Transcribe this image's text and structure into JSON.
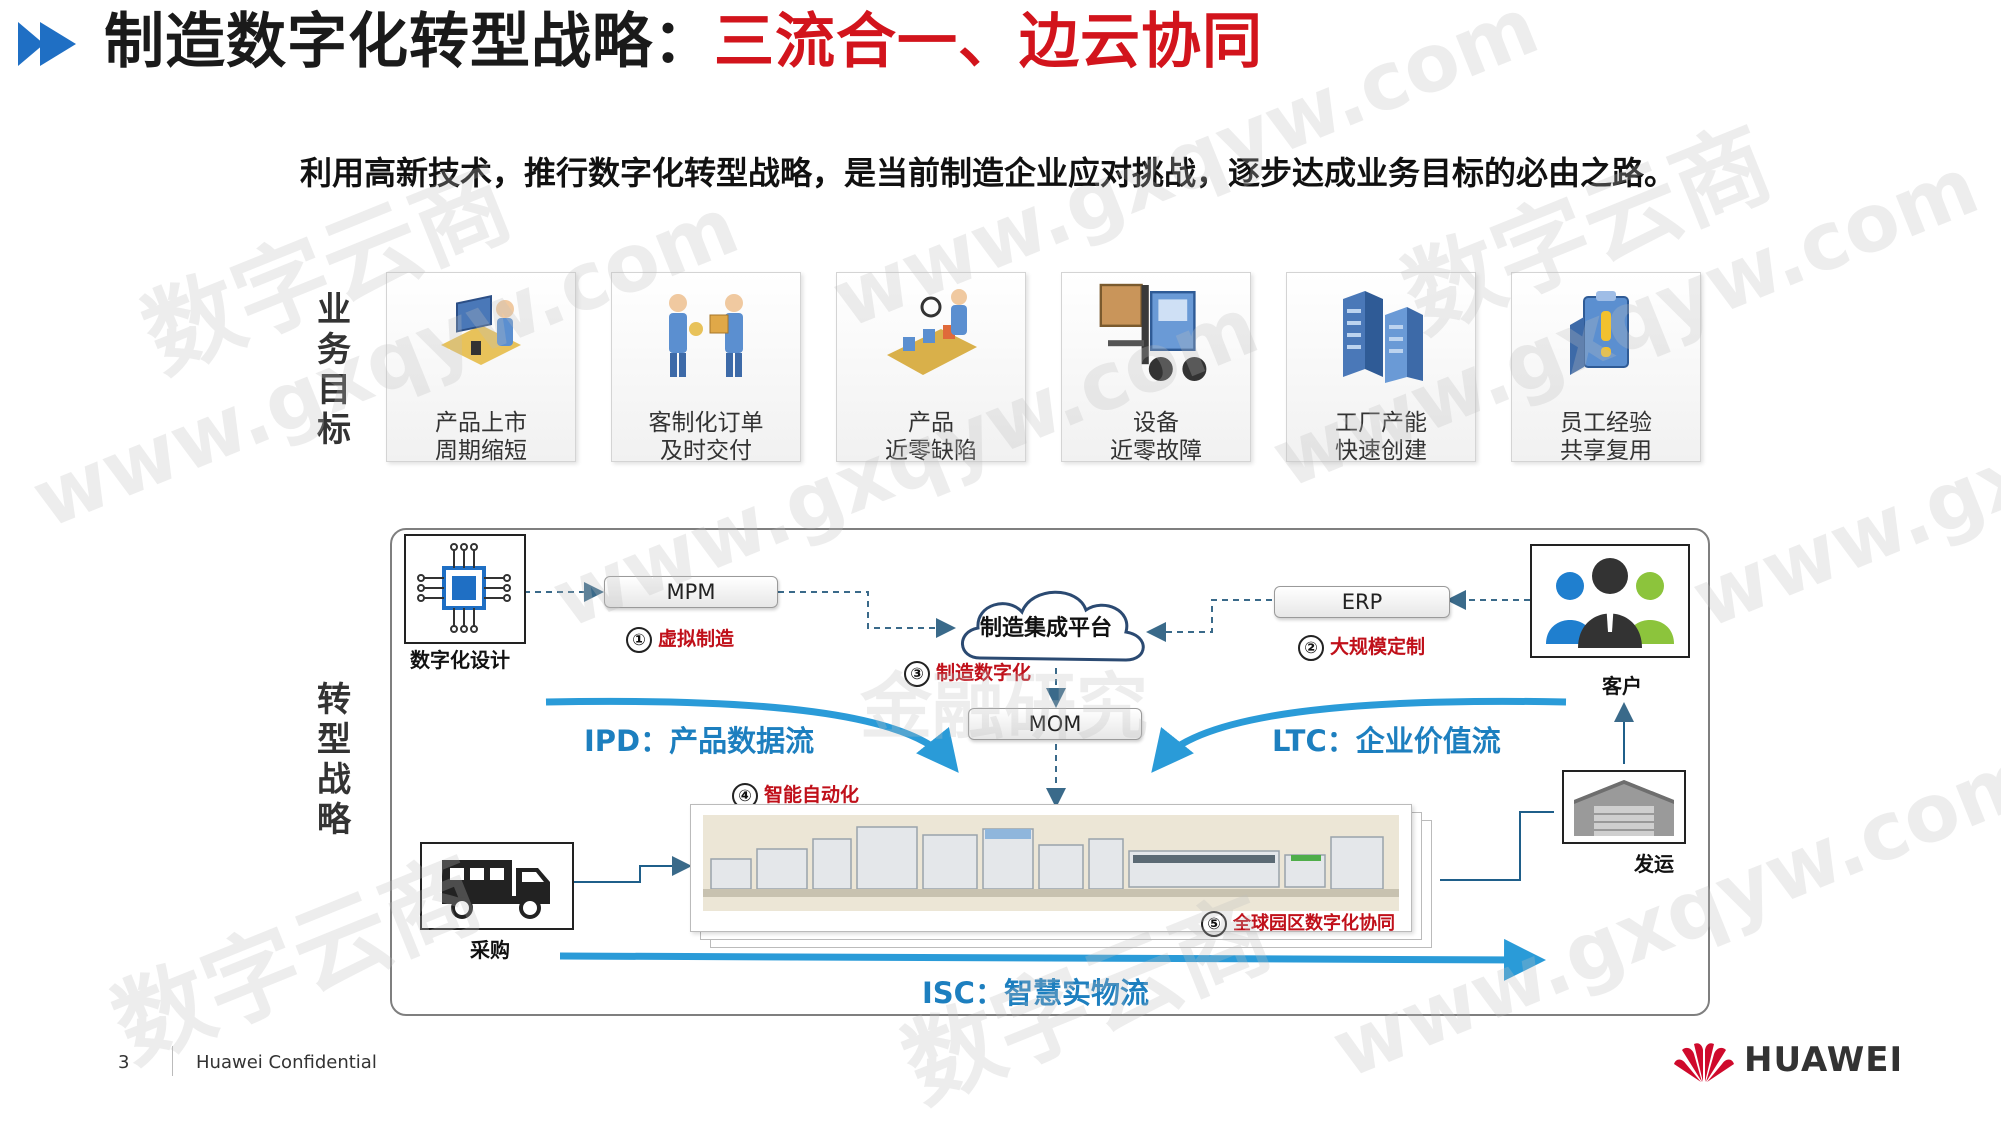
{
  "title": {
    "part1": "制造数字化转型战略：",
    "part2": "三流合一、边云协同"
  },
  "subtitle": "利用高新技术，推行数字化转型战略，是当前制造企业应对挑战，逐步达成业务目标的必由之路。",
  "side_labels": {
    "goals": [
      "业",
      "务",
      "目",
      "标"
    ],
    "strategy": [
      "转",
      "型",
      "战",
      "略"
    ]
  },
  "goals": [
    {
      "line1": "产品上市",
      "line2": "周期缩短"
    },
    {
      "line1": "客制化订单",
      "line2": "及时交付"
    },
    {
      "line1": "产品",
      "line2": "近零缺陷"
    },
    {
      "line1": "设备",
      "line2": "近零故障"
    },
    {
      "line1": "工厂产能",
      "line2": "快速创建"
    },
    {
      "line1": "员工经验",
      "line2": "共享复用"
    }
  ],
  "strategy": {
    "digital_design": "数字化设计",
    "mpm": "MPM",
    "erp": "ERP",
    "platform": "制造集成平台",
    "mom": "MOM",
    "customer": "客户",
    "shipping": "发运",
    "procurement": "采购",
    "notes": [
      {
        "num": "①",
        "text": "虚拟制造"
      },
      {
        "num": "②",
        "text": "大规模定制"
      },
      {
        "num": "③",
        "text": "制造数字化"
      },
      {
        "num": "④",
        "text": "智能自动化"
      },
      {
        "num": "⑤",
        "text": "全球园区数字化协同"
      }
    ],
    "flows": {
      "ipd": "IPD：产品数据流",
      "ltc": "LTC：企业价值流",
      "isc": "ISC：智慧实物流"
    }
  },
  "watermarks": [
    "数字云商",
    "www.gxqyw.com",
    "金融研究"
  ],
  "footer": {
    "page": "3",
    "confidential": "Huawei Confidential",
    "logo": "HUAWEI"
  },
  "colors": {
    "accent_red": "#d2141c",
    "flow_blue": "#1d7fbf",
    "title_arrow": "#1f6fc4",
    "huawei_red": "#cf0a2c"
  }
}
